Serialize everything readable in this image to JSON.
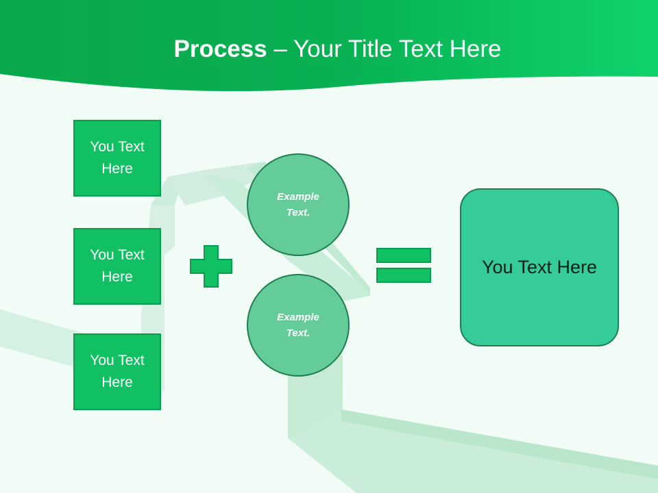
{
  "header": {
    "title_bold": "Process",
    "title_rest": " – Your Title Text Here",
    "color": "#0cc25e"
  },
  "inputs": [
    {
      "label": "You Text Here"
    },
    {
      "label": "You Text Here"
    },
    {
      "label": "You Text Here"
    }
  ],
  "operator_plus": "plus-icon",
  "circles": [
    {
      "label": "Example Text."
    },
    {
      "label": "Example Text."
    }
  ],
  "operator_equals": "equals-icon",
  "result": {
    "label": "You Text Here"
  },
  "colors": {
    "box": "#12c064",
    "circle": "#64cc98",
    "result": "#36cc9a",
    "background": "#f1fcf7"
  }
}
